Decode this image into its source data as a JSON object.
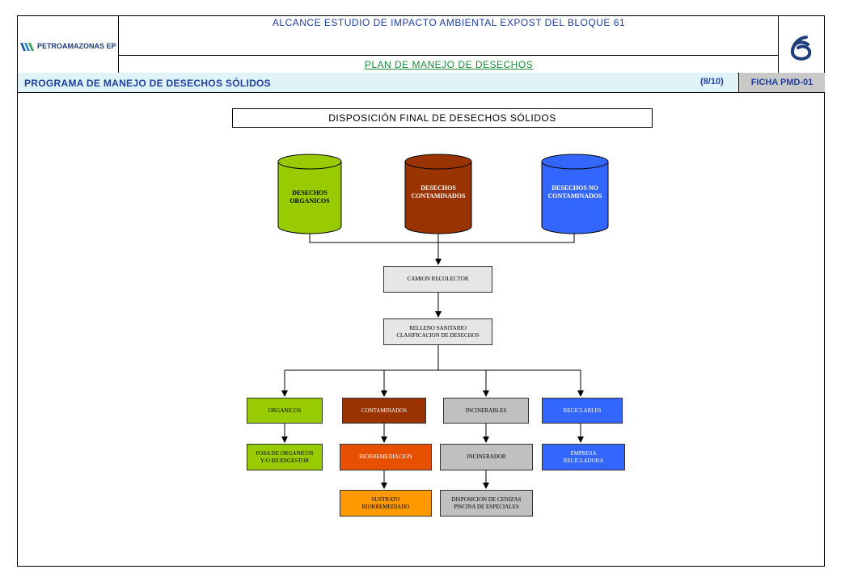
{
  "header": {
    "logo_text": "PETROAMAZONAS EP",
    "title": "ALCANCE ESTUDIO DE IMPACTO AMBIENTAL EXPOST DEL BLOQUE 61",
    "subtitle": "PLAN DE MANEJO DE DESECHOS",
    "right_logo": "6",
    "program": "PROGRAMA DE MANEJO DE DESECHOS SÓLIDOS",
    "page": "(8/10)",
    "ficha": "FICHA PMD-01"
  },
  "diagram": {
    "title": "DISPOSICIÓN FINAL DE DESECHOS SÓLIDOS",
    "containers": [
      {
        "label": "DESECHOS\nORGANICOS",
        "color": "#99cc00",
        "text_color": "#000000"
      },
      {
        "label": "DESECHOS\nCONTAMINADOS",
        "color": "#993300",
        "text_color": "#ffffff"
      },
      {
        "label": "DESECHOS  NO\nCONTAMINADOS",
        "color": "#3366ff",
        "text_color": "#ffffff"
      }
    ],
    "collector": "CAMION RECOLECTOR",
    "landfill": "RELLENO SANITARIO\nCLASIFICACION DE DESECHOS",
    "categories": [
      {
        "label": "ORGANICOS",
        "color": "#99cc00",
        "text_color": "#000000"
      },
      {
        "label": "CONTAMINADOS",
        "color": "#993300",
        "text_color": "#ffffff"
      },
      {
        "label": "INCINERABLES",
        "color": "#c0c0c0",
        "text_color": "#000000"
      },
      {
        "label": "RECICLABLES",
        "color": "#3366ff",
        "text_color": "#ffffff"
      }
    ],
    "treatments": [
      {
        "label": "FOSA DE ORGANICOS\nY/O BIODIGESTOR",
        "color": "#99cc00",
        "text_color": "#000000"
      },
      {
        "label": "BIORREMEDIACION",
        "color": "#e65000",
        "text_color": "#ffffff"
      },
      {
        "label": "INCINERADOR",
        "color": "#c0c0c0",
        "text_color": "#000000"
      },
      {
        "label": "EMPRESA\nRECICLADORA",
        "color": "#3366ff",
        "text_color": "#ffffff"
      }
    ],
    "finals": [
      {
        "label": "SUSTRATO\nBIORREMEDIADO",
        "color": "#ff9900",
        "text_color": "#000000"
      },
      {
        "label": "DISPOSICION DE CENIZAS\nPISCINA DE ESPECIALES",
        "color": "#c0c0c0",
        "text_color": "#000000"
      }
    ]
  }
}
